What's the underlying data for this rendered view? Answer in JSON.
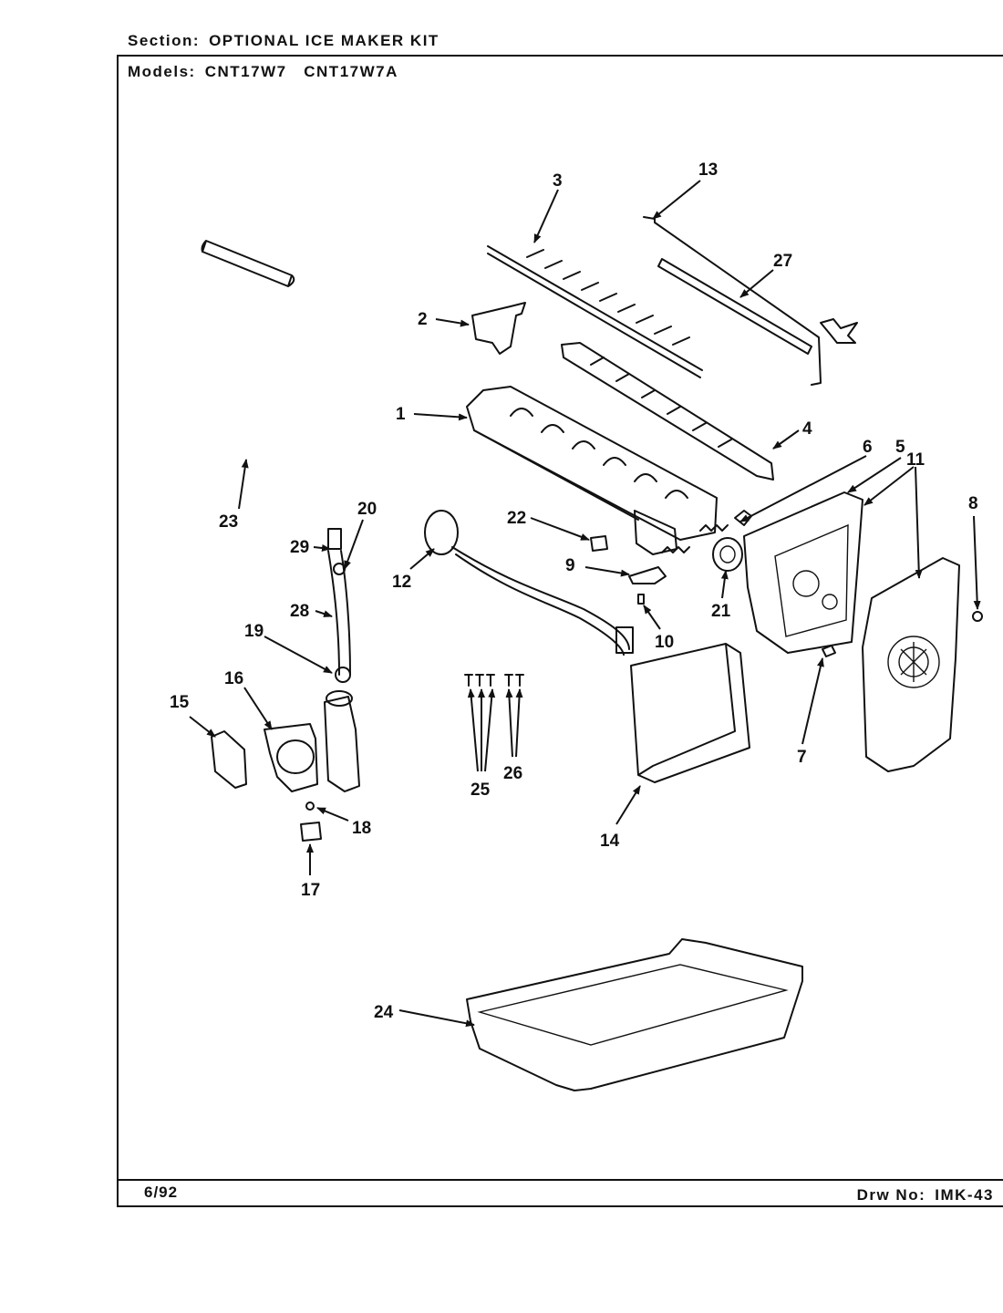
{
  "header": {
    "section_key": "Section:",
    "section_value": "OPTIONAL ICE MAKER KIT",
    "models_key": "Models:",
    "models_value": "CNT17W7   CNT17W7A"
  },
  "footer": {
    "date": "6/92",
    "drawing_key": "Drw No:",
    "drawing_value": "IMK-43"
  },
  "callouts": [
    {
      "id": "p1",
      "label": "1"
    },
    {
      "id": "p2",
      "label": "2"
    },
    {
      "id": "p3",
      "label": "3"
    },
    {
      "id": "p4",
      "label": "4"
    },
    {
      "id": "p5",
      "label": "5"
    },
    {
      "id": "p6",
      "label": "6"
    },
    {
      "id": "p7",
      "label": "7"
    },
    {
      "id": "p8",
      "label": "8"
    },
    {
      "id": "p9",
      "label": "9"
    },
    {
      "id": "p10",
      "label": "10"
    },
    {
      "id": "p11",
      "label": "11"
    },
    {
      "id": "p12",
      "label": "12"
    },
    {
      "id": "p13",
      "label": "13"
    },
    {
      "id": "p14",
      "label": "14"
    },
    {
      "id": "p15",
      "label": "15"
    },
    {
      "id": "p16",
      "label": "16"
    },
    {
      "id": "p17",
      "label": "17"
    },
    {
      "id": "p18",
      "label": "18"
    },
    {
      "id": "p19",
      "label": "19"
    },
    {
      "id": "p20",
      "label": "20"
    },
    {
      "id": "p21",
      "label": "21"
    },
    {
      "id": "p22",
      "label": "22"
    },
    {
      "id": "p23",
      "label": "23"
    },
    {
      "id": "p24",
      "label": "24"
    },
    {
      "id": "p25",
      "label": "25"
    },
    {
      "id": "p26",
      "label": "26"
    },
    {
      "id": "p27",
      "label": "27"
    },
    {
      "id": "p28",
      "label": "28"
    },
    {
      "id": "p29",
      "label": "29"
    }
  ]
}
